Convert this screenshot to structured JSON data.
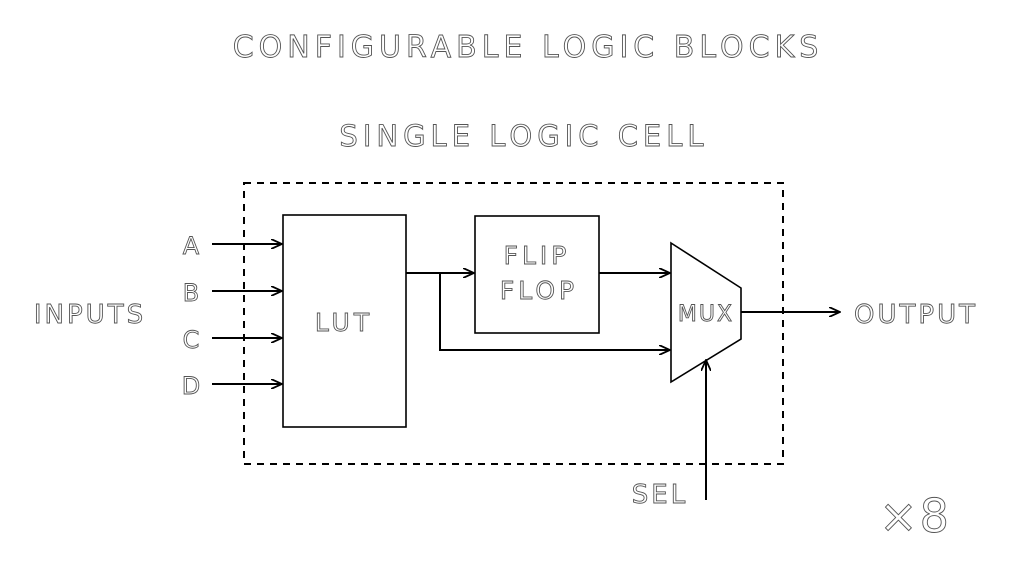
{
  "title": "CONFIGURABLE LOGIC BLOCKS",
  "subtitle": "SINGLE LOGIC CELL",
  "inputs_label": "INPUTS",
  "input_pins": [
    "A",
    "B",
    "C",
    "D"
  ],
  "lut_label": "LUT",
  "flipflop_label": {
    "line1": "FLIP",
    "line2": "FLOP"
  },
  "mux_label": "MUX",
  "output_label": "OUTPUT",
  "sel_label": "SEL",
  "multiplier": "×8"
}
